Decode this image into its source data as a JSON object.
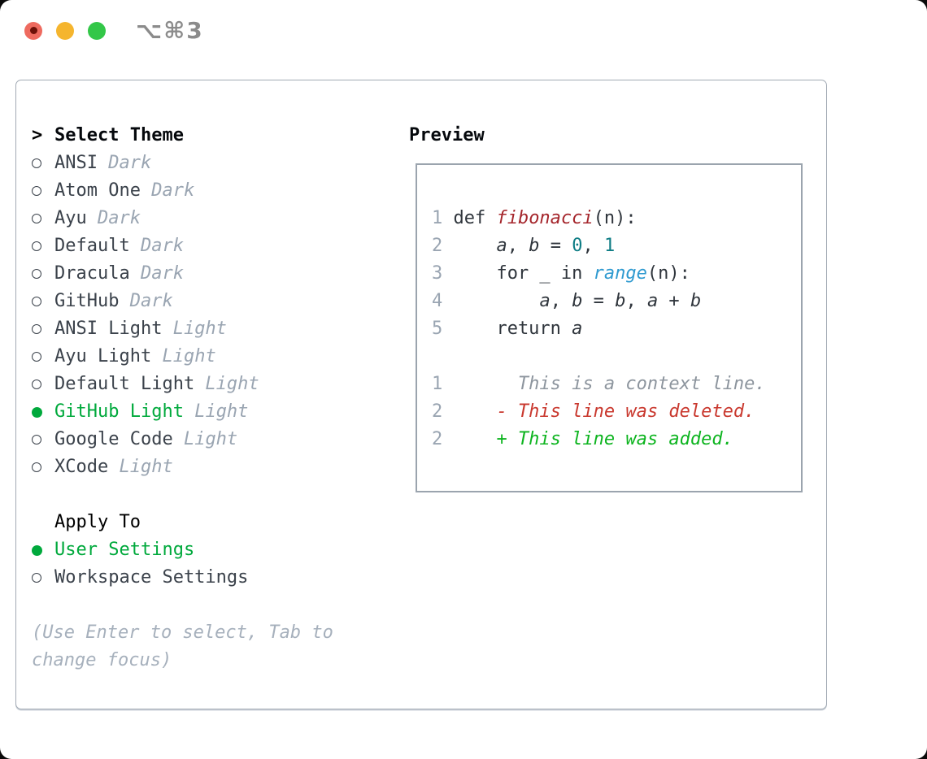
{
  "window": {
    "title": "⌥⌘3",
    "traffic_lights": [
      {
        "name": "close-button",
        "color": "#ee6a5f"
      },
      {
        "name": "minimize-button",
        "color": "#f5b52e"
      },
      {
        "name": "zoom-button",
        "color": "#33c748"
      }
    ]
  },
  "theme_picker": {
    "cursor": ">",
    "title": "Select Theme",
    "themes": [
      {
        "name": "ANSI",
        "variant": "Dark",
        "selected": false
      },
      {
        "name": "Atom One",
        "variant": "Dark",
        "selected": false
      },
      {
        "name": "Ayu",
        "variant": "Dark",
        "selected": false
      },
      {
        "name": "Default",
        "variant": "Dark",
        "selected": false
      },
      {
        "name": "Dracula",
        "variant": "Dark",
        "selected": false
      },
      {
        "name": "GitHub",
        "variant": "Dark",
        "selected": false
      },
      {
        "name": "ANSI Light",
        "variant": "Light",
        "selected": false
      },
      {
        "name": "Ayu Light",
        "variant": "Light",
        "selected": false
      },
      {
        "name": "Default Light",
        "variant": "Light",
        "selected": false
      },
      {
        "name": "GitHub Light",
        "variant": "Light",
        "selected": true
      },
      {
        "name": "Google Code",
        "variant": "Light",
        "selected": false
      },
      {
        "name": "XCode",
        "variant": "Light",
        "selected": false
      }
    ]
  },
  "apply_to": {
    "title": "Apply To",
    "options": [
      {
        "label": "User Settings",
        "selected": true
      },
      {
        "label": "Workspace Settings",
        "selected": false
      }
    ]
  },
  "help_lines": [
    "(Use Enter to select, Tab to",
    "change focus)"
  ],
  "preview": {
    "title": "Preview",
    "lines": [
      {
        "num": "1",
        "tokens": [
          {
            "t": "def ",
            "s": "plain"
          },
          {
            "t": "fibonacci",
            "s": "func"
          },
          {
            "t": "(n):",
            "s": "plain"
          }
        ]
      },
      {
        "num": "2",
        "tokens": [
          {
            "t": "    ",
            "s": "plain"
          },
          {
            "t": "a",
            "s": "var"
          },
          {
            "t": ", ",
            "s": "plain"
          },
          {
            "t": "b",
            "s": "var"
          },
          {
            "t": " = ",
            "s": "plain"
          },
          {
            "t": "0",
            "s": "num"
          },
          {
            "t": ", ",
            "s": "plain"
          },
          {
            "t": "1",
            "s": "num"
          }
        ]
      },
      {
        "num": "3",
        "tokens": [
          {
            "t": "    for _ in ",
            "s": "plain"
          },
          {
            "t": "range",
            "s": "builtin"
          },
          {
            "t": "(n):",
            "s": "plain"
          }
        ]
      },
      {
        "num": "4",
        "tokens": [
          {
            "t": "        ",
            "s": "plain"
          },
          {
            "t": "a",
            "s": "var"
          },
          {
            "t": ", ",
            "s": "plain"
          },
          {
            "t": "b",
            "s": "var"
          },
          {
            "t": " = ",
            "s": "plain"
          },
          {
            "t": "b",
            "s": "var"
          },
          {
            "t": ", ",
            "s": "plain"
          },
          {
            "t": "a",
            "s": "var"
          },
          {
            "t": " + ",
            "s": "plain"
          },
          {
            "t": "b",
            "s": "var"
          }
        ]
      },
      {
        "num": "5",
        "tokens": [
          {
            "t": "    return ",
            "s": "plain"
          },
          {
            "t": "a",
            "s": "var"
          }
        ]
      },
      {
        "num": "",
        "tokens": []
      },
      {
        "num": "1",
        "tokens": [
          {
            "t": "      This is a context line.",
            "s": "ctx"
          }
        ]
      },
      {
        "num": "2",
        "tokens": [
          {
            "t": "    - This line was deleted.",
            "s": "del"
          }
        ]
      },
      {
        "num": "2",
        "tokens": [
          {
            "t": "    + This line was added.",
            "s": "add"
          }
        ]
      }
    ]
  },
  "colors": {
    "selection_green": "#00a93c",
    "list_text": "#3b424b",
    "variant_gray": "#9aa5b2",
    "help_gray": "#a6b0bc",
    "panel_border": "#a2aab4",
    "preview_border": "#9ba4ae",
    "line_number_gray": "#9aa5b2",
    "code_text": "#2f353c",
    "function_red": "#a5262c",
    "number_teal": "#0f7d85",
    "builtin_blue": "#2f9ad0",
    "context_gray": "#8d959e",
    "diff_deleted_red": "#c9382e",
    "diff_added_green": "#0db41f",
    "titlebar_text_gray": "#8b8b8b"
  }
}
